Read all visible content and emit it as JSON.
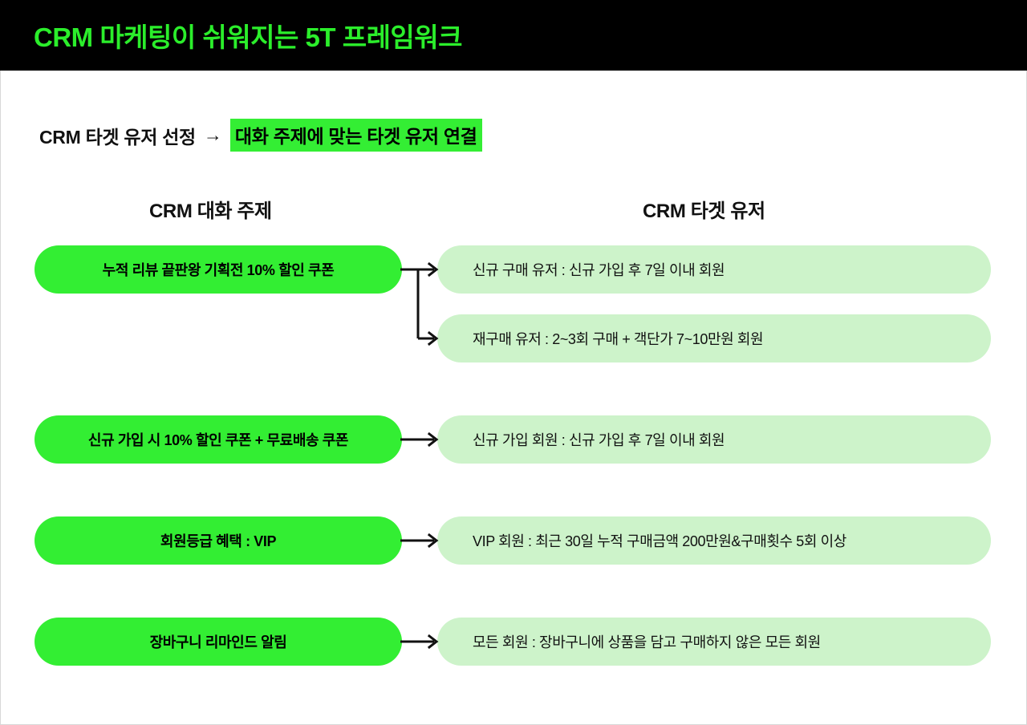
{
  "header": {
    "title": "CRM 마케팅이 쉬워지는 5T 프레임워크",
    "background_color": "#000000",
    "title_color": "#2BEE2B"
  },
  "subtitle": {
    "plain": "CRM 타겟 유저 선정",
    "arrow": "→",
    "highlight": "대화 주제에 맞는 타겟 유저 연결",
    "highlight_color": "#34EE34"
  },
  "columns": {
    "left_heading": "CRM 대화 주제",
    "right_heading": "CRM 타겟 유저"
  },
  "palette": {
    "topic_pill": "#33EE33",
    "target_pill": "#CDF3CA",
    "text_dark": "#111111",
    "canvas": "#FFFFFF"
  },
  "rows": [
    {
      "topic": "누적 리뷰 끝판왕 기획전 10% 할인 쿠폰",
      "targets": [
        "신규 구매 유저 : 신규 가입 후 7일 이내 회원",
        "재구매 유저 : 2~3회 구매 + 객단가 7~10만원 회원"
      ],
      "connector": "branch-two"
    },
    {
      "topic": "신규 가입 시 10% 할인 쿠폰 + 무료배송 쿠폰",
      "targets": [
        "신규 가입 회원 : 신규 가입 후 7일 이내 회원"
      ],
      "connector": "straight-arrow"
    },
    {
      "topic": "회원등급 혜택 : VIP",
      "targets": [
        "VIP 회원 : 최근 30일 누적 구매금액 200만원&구매횟수 5회 이상"
      ],
      "connector": "straight-arrow"
    },
    {
      "topic": "장바구니 리마인드 알림",
      "targets": [
        "모든 회원 : 장바구니에 상품을 담고 구매하지 않은 모든 회원"
      ],
      "connector": "straight-arrow"
    }
  ]
}
